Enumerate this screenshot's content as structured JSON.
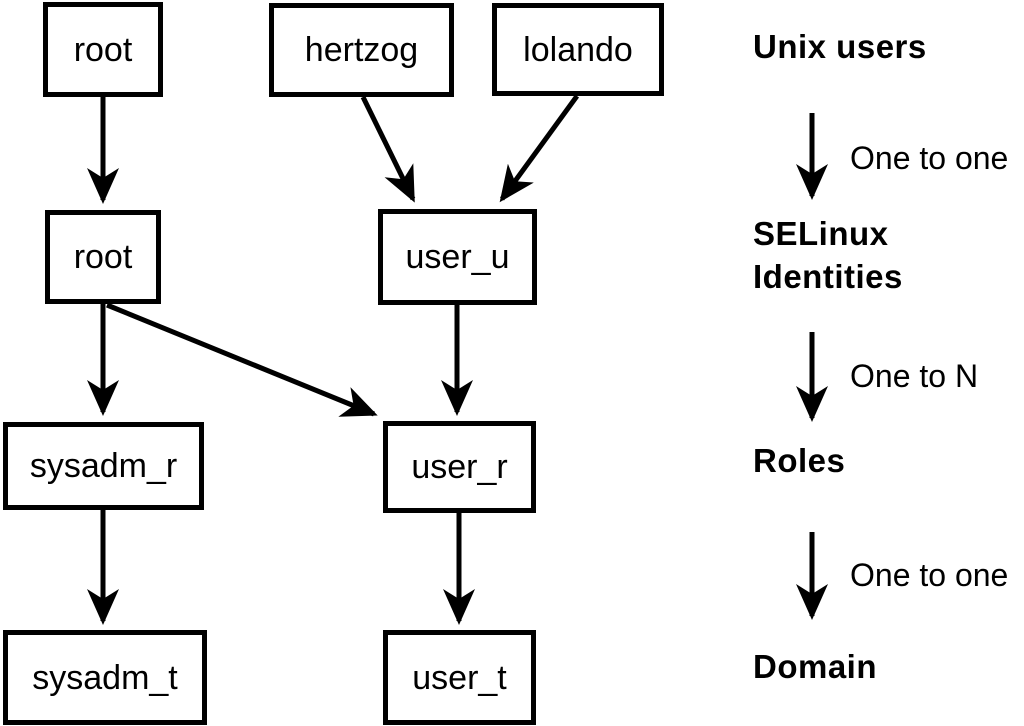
{
  "nodes": {
    "unix_users": [
      {
        "label": "root"
      },
      {
        "label": "hertzog"
      },
      {
        "label": "lolando"
      }
    ],
    "selinux_identities": [
      {
        "label": "root"
      },
      {
        "label": "user_u"
      }
    ],
    "roles": [
      {
        "label": "sysadm_r"
      },
      {
        "label": "user_r"
      }
    ],
    "domains": [
      {
        "label": "sysadm_t"
      },
      {
        "label": "user_t"
      }
    ]
  },
  "edges": [
    {
      "from": "root (unix user)",
      "to": "root (selinux identity)"
    },
    {
      "from": "hertzog",
      "to": "user_u"
    },
    {
      "from": "lolando",
      "to": "user_u"
    },
    {
      "from": "root (selinux identity)",
      "to": "sysadm_r"
    },
    {
      "from": "root (selinux identity)",
      "to": "user_r"
    },
    {
      "from": "user_u",
      "to": "user_r"
    },
    {
      "from": "sysadm_r",
      "to": "sysadm_t"
    },
    {
      "from": "user_r",
      "to": "user_t"
    }
  ],
  "legend": {
    "levels": [
      {
        "label": "Unix users"
      },
      {
        "label": "SELinux Identities"
      },
      {
        "label": "Roles"
      },
      {
        "label": "Domain"
      }
    ],
    "relations": [
      {
        "label": "One to one"
      },
      {
        "label": "One to N"
      },
      {
        "label": "One to one"
      }
    ]
  },
  "colors": {
    "line": "#000000",
    "box_border": "#000000",
    "box_fill": "#ffffff",
    "background": "#ffffff",
    "text": "#000000"
  }
}
